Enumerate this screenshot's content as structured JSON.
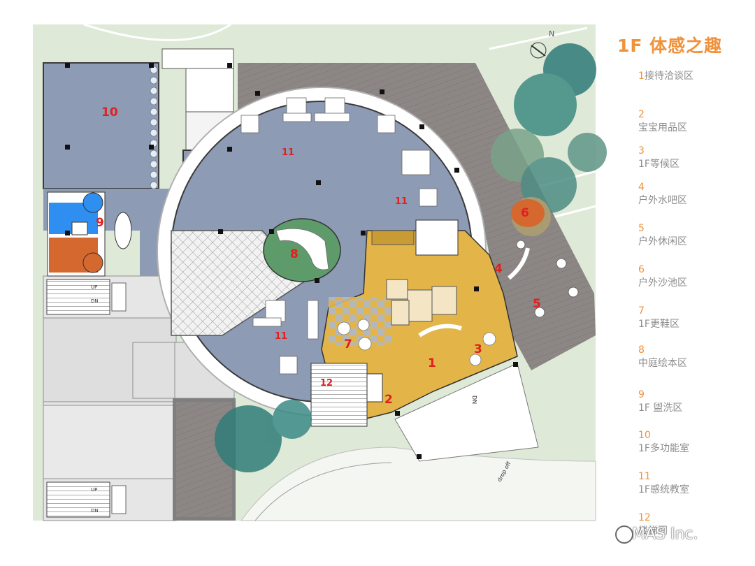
{
  "legend": {
    "title": "1F 体感之趣",
    "items": [
      {
        "num": "1",
        "label": "接待洽谈区"
      },
      {
        "num": "2",
        "label": "宝宝用品区"
      },
      {
        "num": "3",
        "label": "1F等候区"
      },
      {
        "num": "4",
        "label": "户外水吧区"
      },
      {
        "num": "5",
        "label": "户外休闲区"
      },
      {
        "num": "6",
        "label": "户外沙池区"
      },
      {
        "num": "7",
        "label": "1F更鞋区"
      },
      {
        "num": "8",
        "label": "中庭绘本区"
      },
      {
        "num": "9",
        "label": "1F 盥洗区"
      },
      {
        "num": "10",
        "label": "1F多功能室"
      },
      {
        "num": "11",
        "label": "1F感统教室"
      },
      {
        "num": "12",
        "label": "楼梯间"
      }
    ]
  },
  "plan_labels": {
    "n1": "1",
    "n2": "2",
    "n3": "3",
    "n4": "4",
    "n5": "5",
    "n6": "6",
    "n7": "7",
    "n8": "8",
    "n9": "9",
    "n10": "10",
    "n11a": "11",
    "n11b": "11",
    "n11c": "11",
    "n12": "12"
  },
  "small_text": {
    "up": "UP",
    "dn": "DN",
    "up2": "UP",
    "dn2": "DN",
    "drop_off": "drop off",
    "dn_ramp": "DN",
    "north": "N"
  },
  "watermark": "MAS Inc.",
  "colors": {
    "accent": "#f0923a",
    "zone_blue": "#8d9bb5",
    "zone_yellow": "#e3b548",
    "zone_green": "#5e9b6a",
    "deck": "#8a8582",
    "label_red": "#e02020"
  }
}
